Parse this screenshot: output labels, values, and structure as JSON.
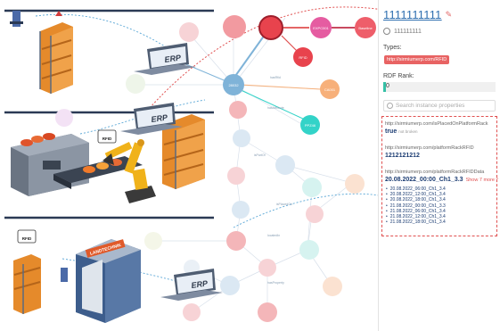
{
  "scene": {
    "erp_labels": [
      "ERP",
      "ERP",
      "ERP"
    ],
    "rfid_labels": [
      "RFID",
      "RFID"
    ],
    "warehouse_sign": "LANDTECHNIK"
  },
  "graph": {
    "nodes": [
      {
        "id": "n-top-red",
        "label": "",
        "color": "#e8434d",
        "highlight": true
      },
      {
        "id": "n-top-pink1",
        "label": "",
        "color": "#f2a0a7"
      },
      {
        "id": "n-epc",
        "label": "EXPC001",
        "color": "#e55ca1"
      },
      {
        "id": "n-station",
        "label": "Baseline",
        "color": "#e8434d"
      },
      {
        "id": "n-rfid",
        "label": "RFID",
        "color": "#e8434d"
      },
      {
        "id": "n-center",
        "label": "28032",
        "color": "#7fb3d8"
      },
      {
        "id": "n-ca001",
        "label": "CA001",
        "color": "#f7b07a"
      },
      {
        "id": "n-ppz",
        "label": "PPZ46",
        "color": "#33d3c8"
      }
    ],
    "edge_labels": [
      "hasRfid",
      "hasAttribute",
      "isPartOf",
      "isPlacedOn",
      "locatedIn",
      "hasProperty"
    ]
  },
  "panel": {
    "title": "1111111111",
    "subtitle_id": "111111111",
    "types_label": "Types:",
    "type_value": "http://sirmiumerp.com/RFID",
    "rdf_rank_label": "RDF Rank:",
    "rdf_rank_value": "0",
    "search_placeholder": "Search instance properties",
    "properties": [
      {
        "uri": "http://sirmiumerp.com/isPlacedOnPlatformRack",
        "value": "true",
        "note": "not broken"
      },
      {
        "uri": "http://sirmiumerp.com/platformRackRFID",
        "value": "1212121212"
      },
      {
        "uri": "http://sirmiumerp.com/platformRackRFIDData",
        "value": "20.08.2022_00:00_Ch1_3.3",
        "show_more": "Show 7 more ^"
      }
    ],
    "history": [
      "20.08.2022_06:00_Ch1_3.4",
      "20.08.2022_12:00_Ch1_3.4",
      "20.08.2022_18:00_Ch1_3.4",
      "21.08.2022_00:00_Ch1_3.3",
      "21.08.2022_06:00_Ch1_3.4",
      "21.08.2022_12:00_Ch1_3.4",
      "21.08.2022_18:00_Ch1_3.4"
    ]
  }
}
